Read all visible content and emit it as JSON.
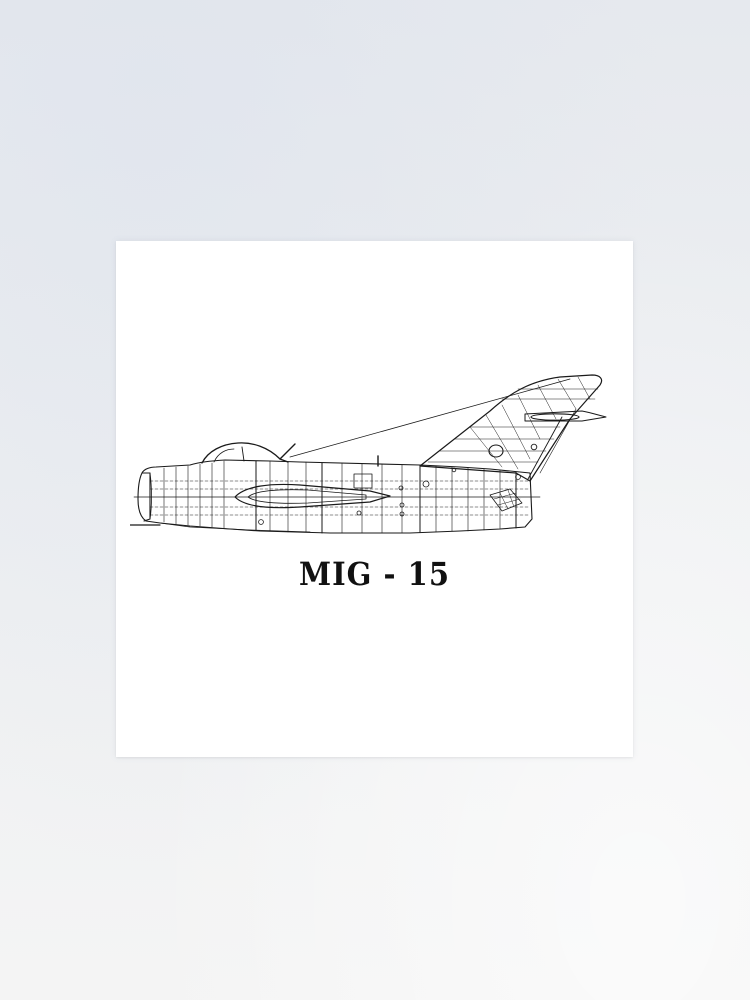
{
  "scene": {
    "type": "poster-mockup",
    "wall_color_top": "#e6e9ee",
    "wall_color_bottom": "#f4f4f4",
    "poster_color": "#ffffff"
  },
  "poster": {
    "illustration": "mig-15-side-view-line-drawing",
    "title": "MIG - 15",
    "title_color": "#111111",
    "line_color": "#1a1a1a"
  }
}
